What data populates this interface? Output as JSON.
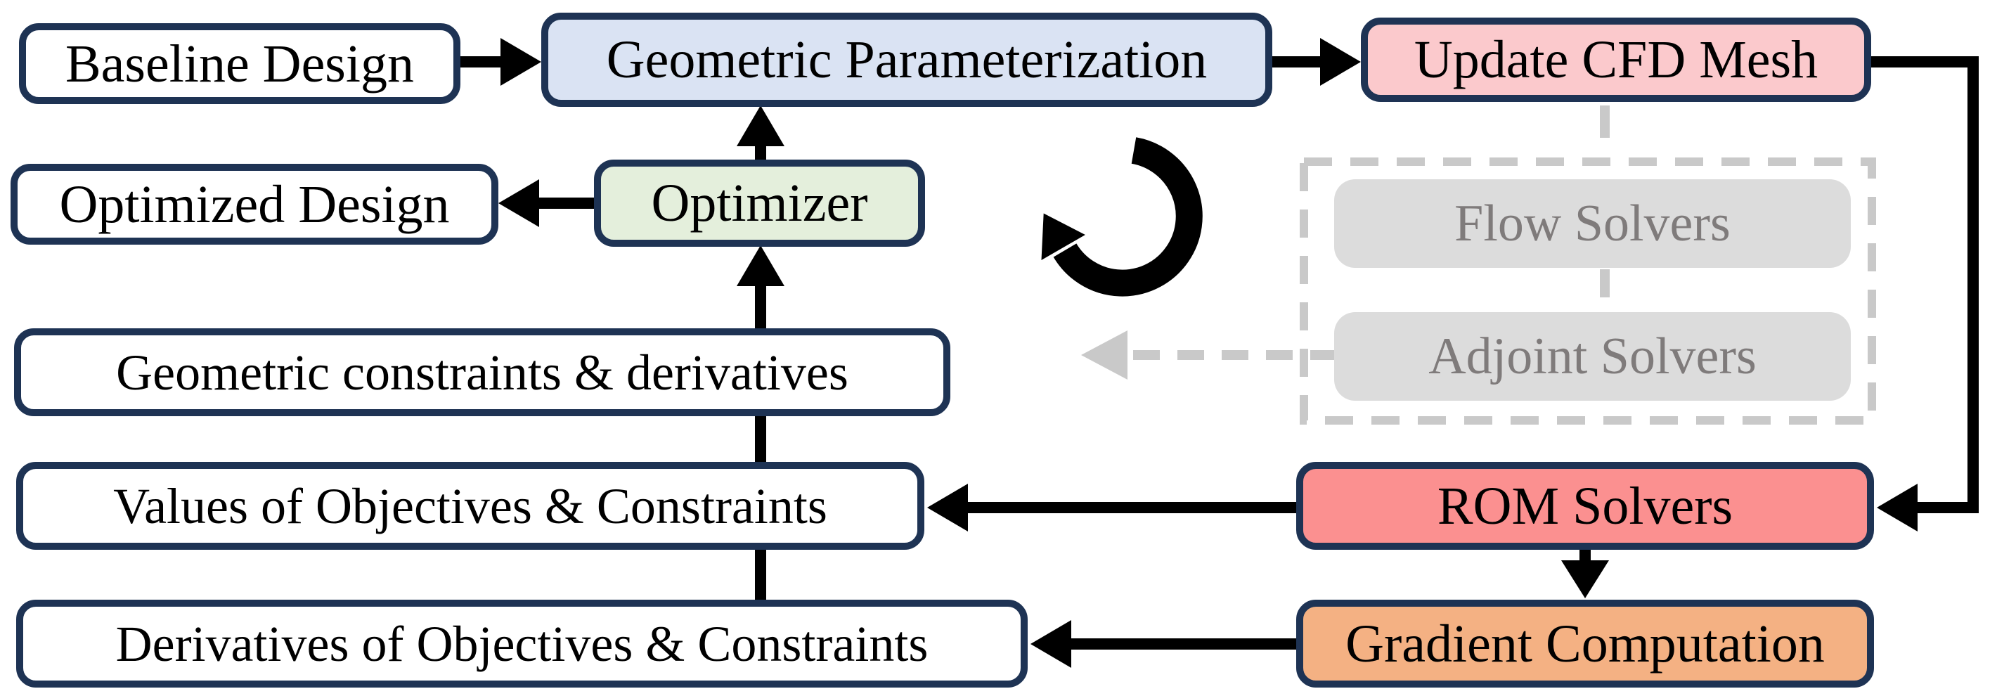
{
  "diagram": {
    "type": "flowchart",
    "background": "#ffffff",
    "border_color": "#1e3354",
    "arrow_color": "#000000",
    "inactive_line_color": "#c9c9c9",
    "inactive_fill": "#dcdcdc",
    "inactive_text_color": "#7f7b7b"
  },
  "nodes": {
    "baseline_design": {
      "label": "Baseline Design",
      "fill": "#ffffff",
      "text_color": "#000000"
    },
    "geometric_parameterization": {
      "label": "Geometric Parameterization",
      "fill": "#dae3f3",
      "text_color": "#000000"
    },
    "update_cfd_mesh": {
      "label": "Update CFD Mesh",
      "fill": "#fbc9cc",
      "text_color": "#000000"
    },
    "optimized_design": {
      "label": "Optimized Design",
      "fill": "#ffffff",
      "text_color": "#000000"
    },
    "optimizer": {
      "label": "Optimizer",
      "fill": "#e4efdc",
      "text_color": "#000000"
    },
    "geometric_constraints": {
      "label": "Geometric constraints & derivatives",
      "fill": "#ffffff",
      "text_color": "#000000"
    },
    "values_of_objectives": {
      "label": "Values of Objectives & Constraints",
      "fill": "#ffffff",
      "text_color": "#000000"
    },
    "derivatives_of_objectives": {
      "label": "Derivatives of Objectives & Constraints",
      "fill": "#ffffff",
      "text_color": "#000000"
    },
    "flow_solvers": {
      "label": "Flow Solvers",
      "fill": "#dcdcdc",
      "text_color": "#7f7b7b"
    },
    "adjoint_solvers": {
      "label": "Adjoint Solvers",
      "fill": "#dcdcdc",
      "text_color": "#7f7b7b"
    },
    "rom_solvers": {
      "label": "ROM Solvers",
      "fill": "#fb9090",
      "text_color": "#000000"
    },
    "gradient_computation": {
      "label": "Gradient Computation",
      "fill": "#f4b183",
      "text_color": "#000000"
    }
  },
  "icons": {
    "loop_arrow": "clockwise-loop-arrow"
  },
  "edges": [
    {
      "from": "Baseline Design",
      "to": "Geometric Parameterization",
      "style": "solid-arrow"
    },
    {
      "from": "Geometric Parameterization",
      "to": "Update CFD Mesh",
      "style": "solid-arrow"
    },
    {
      "from": "Update CFD Mesh",
      "to": "ROM Solvers",
      "style": "solid-arrow-elbow"
    },
    {
      "from": "ROM Solvers",
      "to": "Values of Objectives & Constraints",
      "style": "solid-arrow"
    },
    {
      "from": "ROM Solvers",
      "to": "Gradient Computation",
      "style": "solid-arrow"
    },
    {
      "from": "Gradient Computation",
      "to": "Derivatives of Objectives & Constraints",
      "style": "solid-arrow"
    },
    {
      "from": "Derivatives of Objectives & Constraints",
      "to": "Values of Objectives & Constraints",
      "style": "solid-line"
    },
    {
      "from": "Values of Objectives & Constraints",
      "to": "Geometric constraints & derivatives",
      "style": "solid-line"
    },
    {
      "from": "Geometric constraints & derivatives",
      "to": "Optimizer",
      "style": "solid-arrow"
    },
    {
      "from": "Optimizer",
      "to": "Geometric Parameterization",
      "style": "solid-arrow"
    },
    {
      "from": "Optimizer",
      "to": "Optimized Design",
      "style": "solid-arrow"
    },
    {
      "from": "Update CFD Mesh",
      "to": "Flow Solvers",
      "style": "dashed-gray-line"
    },
    {
      "from": "Flow Solvers",
      "to": "Adjoint Solvers",
      "style": "dashed-gray-line"
    },
    {
      "from": "Adjoint Solvers",
      "to": "left (inactive output)",
      "style": "dashed-gray-arrow"
    }
  ]
}
